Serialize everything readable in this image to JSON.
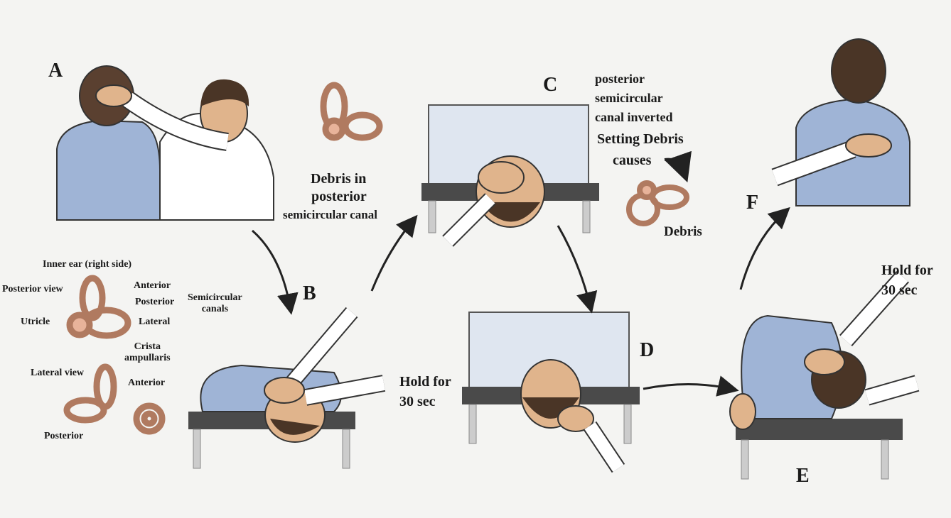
{
  "steps": {
    "a": "A",
    "b": "B",
    "c": "C",
    "d": "D",
    "e": "E",
    "f": "F"
  },
  "debris_note": {
    "line1": "Debris in",
    "line2": "posterior",
    "line3": "semicircular canal"
  },
  "inverted_note": {
    "line1": "posterior",
    "line2": "semicircular",
    "line3": "canal inverted"
  },
  "setting_note": {
    "line1": "Setting Debris",
    "line2": "causes",
    "debris": "Debris"
  },
  "hold_d": {
    "line1": "Hold for",
    "line2": "30 sec"
  },
  "hold_e": {
    "line1": "Hold for",
    "line2": "30 sec"
  },
  "inner_ear": {
    "title": "Inner ear (right side)",
    "posterior_view": "Posterior view",
    "anterior": "Anterior",
    "posterior": "Posterior",
    "semicircular_1": "Semicircular",
    "semicircular_2": "canals",
    "lateral": "Lateral",
    "utricle": "Utricle",
    "crista_1": "Crista",
    "crista_2": "ampullaris",
    "lateral_view": "Lateral view",
    "lv_anterior": "Anterior",
    "lv_posterior": "Posterior"
  },
  "colors": {
    "shirt": "#9fb4d6",
    "table": "#4a4a4a",
    "ear": "#e8b39a",
    "skin": "#e0b48c",
    "hair": "#4a3526"
  }
}
